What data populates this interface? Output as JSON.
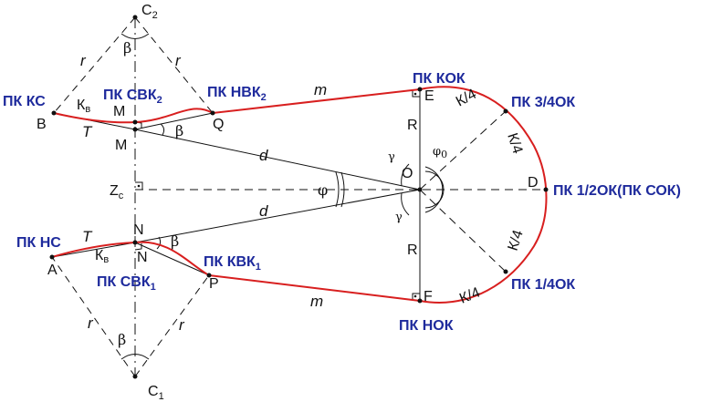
{
  "colors": {
    "curve": "#d81f1f",
    "station_label": "#1e2a9c",
    "line": "#111111"
  },
  "stations": {
    "ks": "ПК КС",
    "svk2": "ПК СВК",
    "svk2_sub": "2",
    "nvk2": "ПК НВК",
    "nvk2_sub": "2",
    "kok": "ПК КОК",
    "ok34": "ПК 3/4ОК",
    "ok12": "ПК 1/2ОК(ПК СОК)",
    "ok14": "ПК 1/4ОК",
    "nok": "ПК НОК",
    "kvk1": "ПК КВК",
    "kvk1_sub": "1",
    "svk1": "ПК СВК",
    "svk1_sub": "1",
    "nc": "ПК НС"
  },
  "points": {
    "c2": "C",
    "c2_sub": "2",
    "c1": "C",
    "c1_sub": "1",
    "a": "A",
    "b": "B",
    "m_top": "M",
    "m_bottom": "M",
    "n_top": "N",
    "n_bottom": "N",
    "q": "Q",
    "p": "P",
    "e": "E",
    "f": "F",
    "d": "D",
    "o": "O",
    "zc": "Z",
    "zc_sub": "c"
  },
  "symbols": {
    "r": "r",
    "R": "R",
    "T": "T",
    "m": "m",
    "d": "d",
    "beta": "β",
    "gamma": "γ",
    "phi": "φ",
    "phi0": "φ",
    "phi0_sub": "0",
    "kb": "К",
    "kb_sub": "в",
    "k4": "К/4"
  }
}
